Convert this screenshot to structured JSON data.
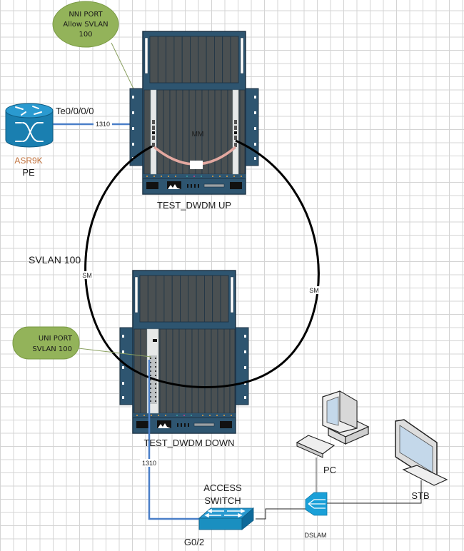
{
  "diagram": {
    "colors": {
      "chassis_blue": "#2e5570",
      "chassis_dark": "#1d3345",
      "slot_gray": "#4a5052",
      "callout_green": "#93b35a",
      "callout_border": "#7a9a44",
      "fiber_blue": "#4a7fc8",
      "mm_fiber": "#e3a8a0",
      "cisco_blue": "#1a8fc0",
      "asr_label": "#c0703a"
    },
    "callouts": {
      "nni": {
        "line1": "NNI PORT",
        "line2": "Allow SVLAN",
        "line3": "100"
      },
      "uni": {
        "line1": "UNI PORT",
        "line2": "SVLAN 100"
      }
    },
    "router": {
      "model": "ASR9K",
      "role": "PE",
      "interface": "Te0/0/0/0",
      "icon": "router-icon"
    },
    "links": {
      "pe_uplink_wavelength": "1310",
      "mm_label": "MM",
      "ring_left_label": "SM",
      "ring_right_label": "SM",
      "ring_vlan": "SVLAN 100",
      "down_link_wavelength": "1310"
    },
    "chassis": {
      "up": {
        "name": "TEST_DWDM UP"
      },
      "down": {
        "name": "TEST_DWDM DOWN"
      }
    },
    "access_switch": {
      "line1": "ACCESS",
      "line2": "SWITCH",
      "port": "G0/2",
      "icon": "switch-icon"
    },
    "dslam": {
      "label": "DSLAM",
      "icon": "dslam-icon"
    },
    "pc": {
      "label": "PC",
      "icon": "desktop-computer-icon"
    },
    "stb": {
      "label": "STB",
      "icon": "monitor-icon"
    }
  }
}
